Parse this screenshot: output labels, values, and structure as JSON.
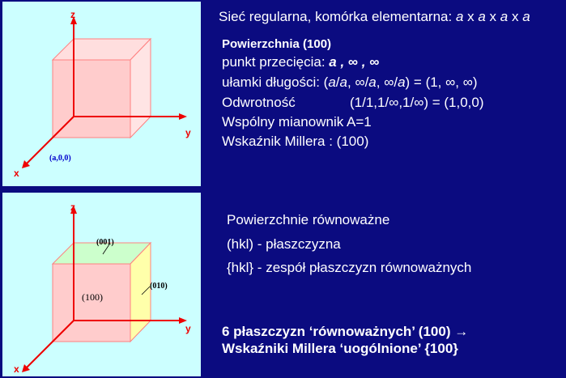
{
  "colors": {
    "background": "#0b0b80",
    "panel": "#ccffff",
    "axis": "#ee0000",
    "face_100": "#ffcccc",
    "face_001": "#ccffcc",
    "face_010": "#ffffaa",
    "cube_edge": "#ff8080",
    "label_blue": "#0000cc"
  },
  "header": {
    "prefix": "Sieć regularna, komórka elementarna: ",
    "a1": "a",
    "x1": " x ",
    "a2": "a",
    "x2": " x ",
    "a3": "a",
    "x3": " x ",
    "a4": "a"
  },
  "section1": {
    "title": "Powierzchnia (100)",
    "intercept_label": "punkt przecięcia: ",
    "intercept_value": "a , ∞ , ∞",
    "fractions_prefix": "ułamki długości:  (",
    "fractions_a1": "a",
    "fractions_mid1": "/",
    "fractions_a2": "a",
    "fractions_mid2": ", ∞/",
    "fractions_a3": "a",
    "fractions_mid3": ", ∞/",
    "fractions_a4": "a",
    "fractions_suffix": ") = (1, ∞, ∞)",
    "reciprocal_label": "Odwrotność",
    "reciprocal_value": "(1/1,1/∞,1/∞)   = (1,0,0)",
    "denominator": "Wspólny mianownik A=1",
    "miller": "Wskaźnik Millera : (100)"
  },
  "section2": {
    "line1": "Powierzchnie równoważne",
    "line2": "(hkl) - płaszczyzna",
    "line3": "{hkl} - zespół płaszczyzn równoważnych"
  },
  "section3": {
    "line1": "6 płaszczyzn ‘równoważnych’ (100) →",
    "line2": "Wskaźniki Millera ‘uogólnione’  {100}"
  },
  "diagram_top": {
    "axis_z": "z",
    "axis_y": "y",
    "axis_x": "x",
    "point_label": "(a,0,0)"
  },
  "diagram_bottom": {
    "axis_z": "z",
    "axis_y": "y",
    "axis_x": "x",
    "label_001": "(001)",
    "label_010": "(010)",
    "label_100": "(100)"
  }
}
